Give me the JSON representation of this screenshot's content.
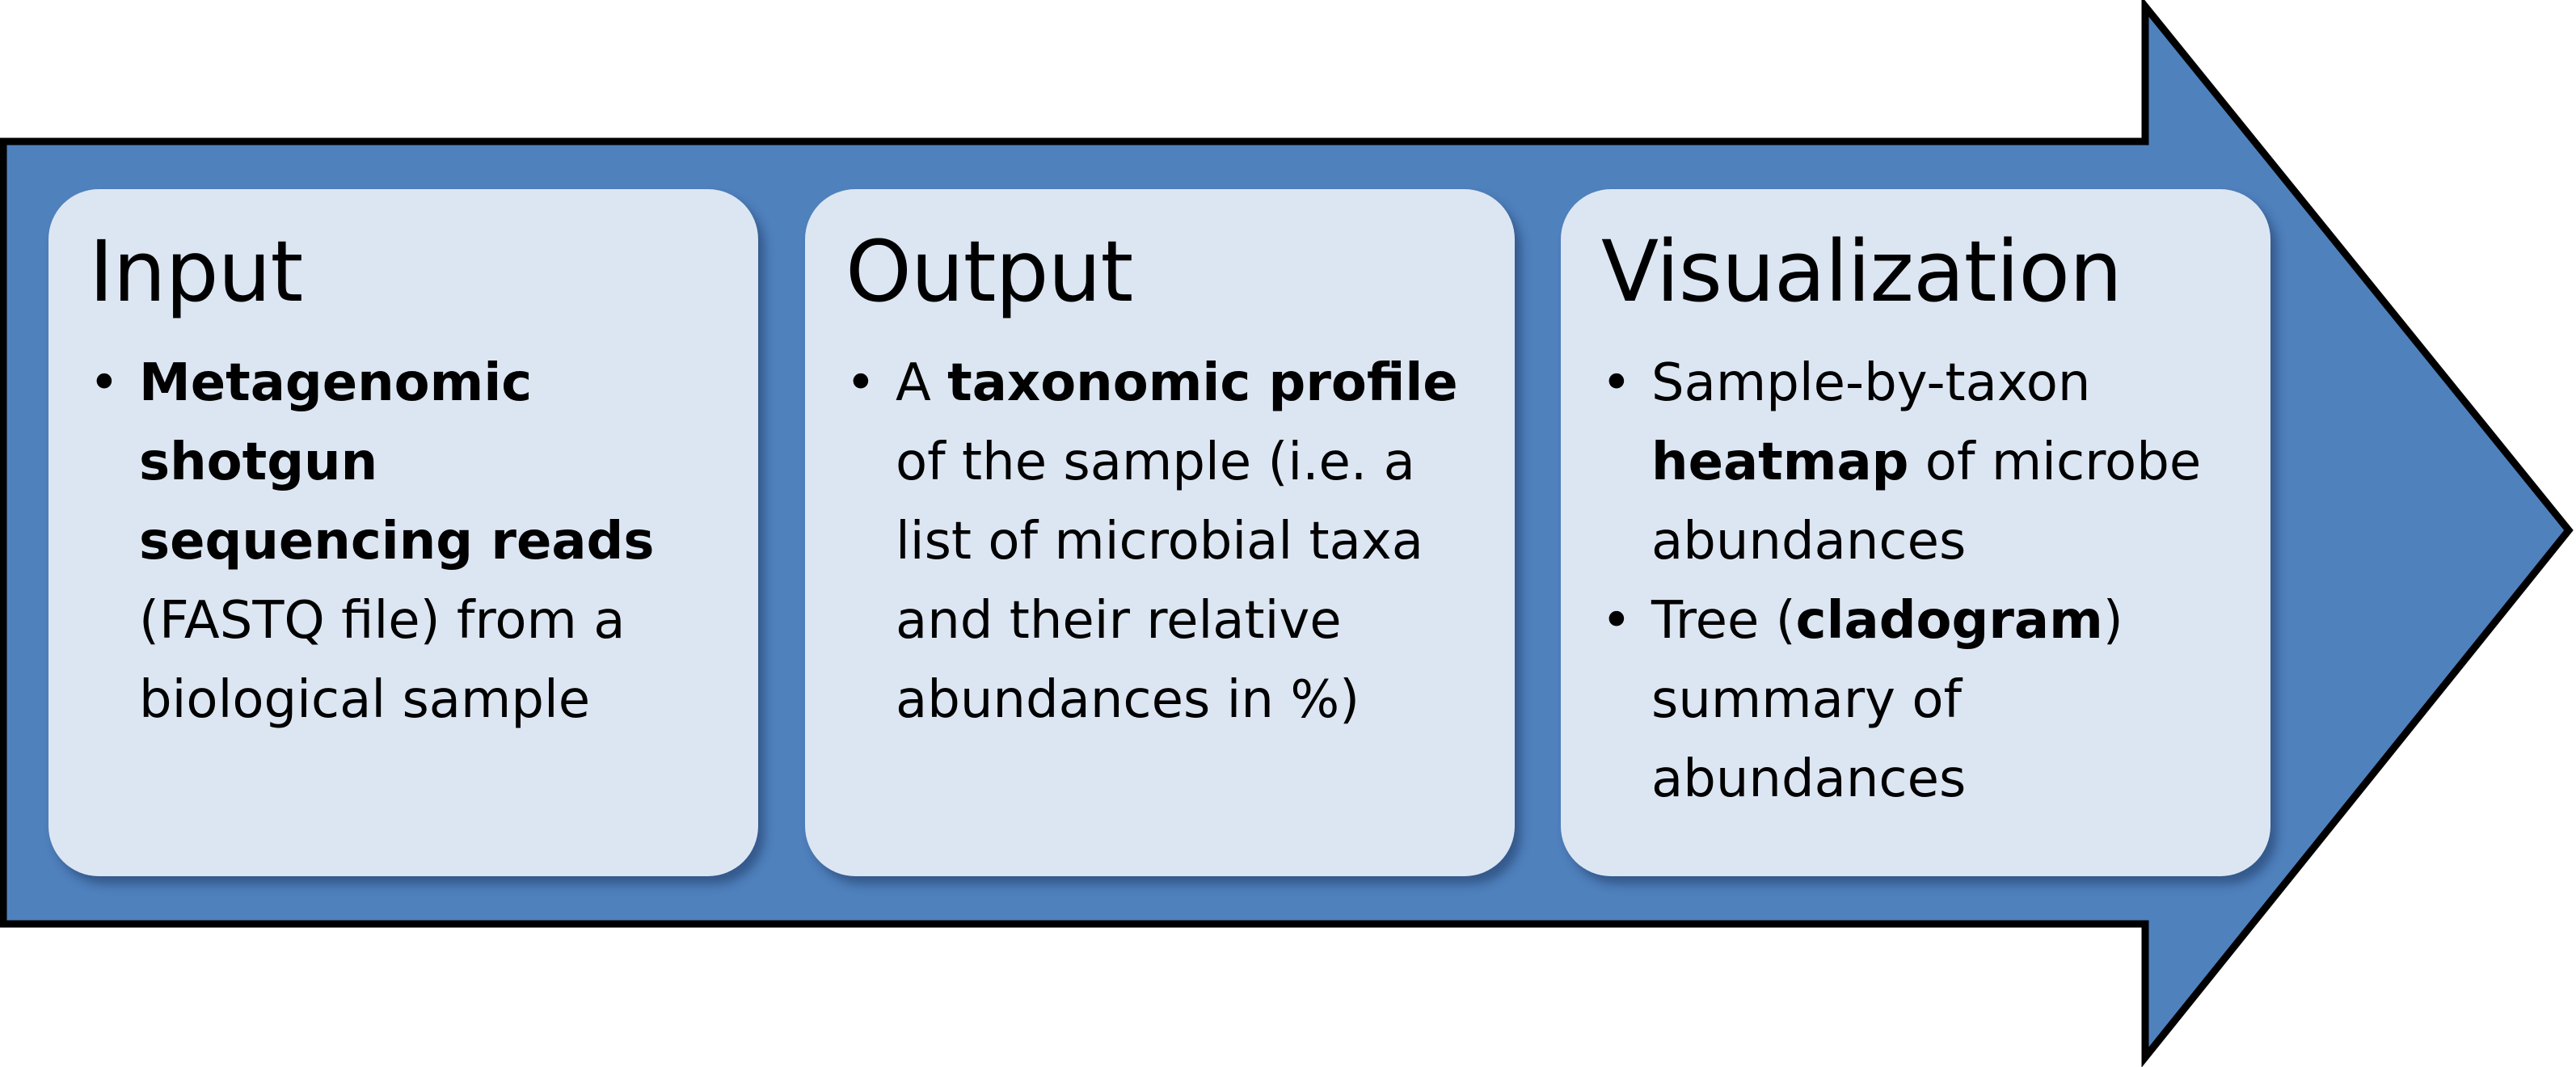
{
  "arrow": {
    "fill": "#4f81bd",
    "stroke": "#000000"
  },
  "panels": [
    {
      "title": "Input",
      "bullets": [
        {
          "parts": [
            {
              "t": "Metagenomic shotgun sequencing reads",
              "b": true
            },
            {
              "t": " (FASTQ file) from a biological sample",
              "b": false
            }
          ]
        }
      ]
    },
    {
      "title": "Output",
      "bullets": [
        {
          "parts": [
            {
              "t": "A ",
              "b": false
            },
            {
              "t": "taxonomic profile",
              "b": true
            },
            {
              "t": " of the sample (i.e. a list of microbial taxa and their relative abundances in %)",
              "b": false
            }
          ]
        }
      ]
    },
    {
      "title": "Visualization",
      "bullets": [
        {
          "parts": [
            {
              "t": "Sample-by-taxon ",
              "b": false
            },
            {
              "t": "heatmap",
              "b": true
            },
            {
              "t": " of microbe abundances",
              "b": false
            }
          ]
        },
        {
          "parts": [
            {
              "t": "Tree (",
              "b": false
            },
            {
              "t": "cladogram",
              "b": true
            },
            {
              "t": ") summary of abundances",
              "b": false
            }
          ]
        }
      ]
    }
  ]
}
